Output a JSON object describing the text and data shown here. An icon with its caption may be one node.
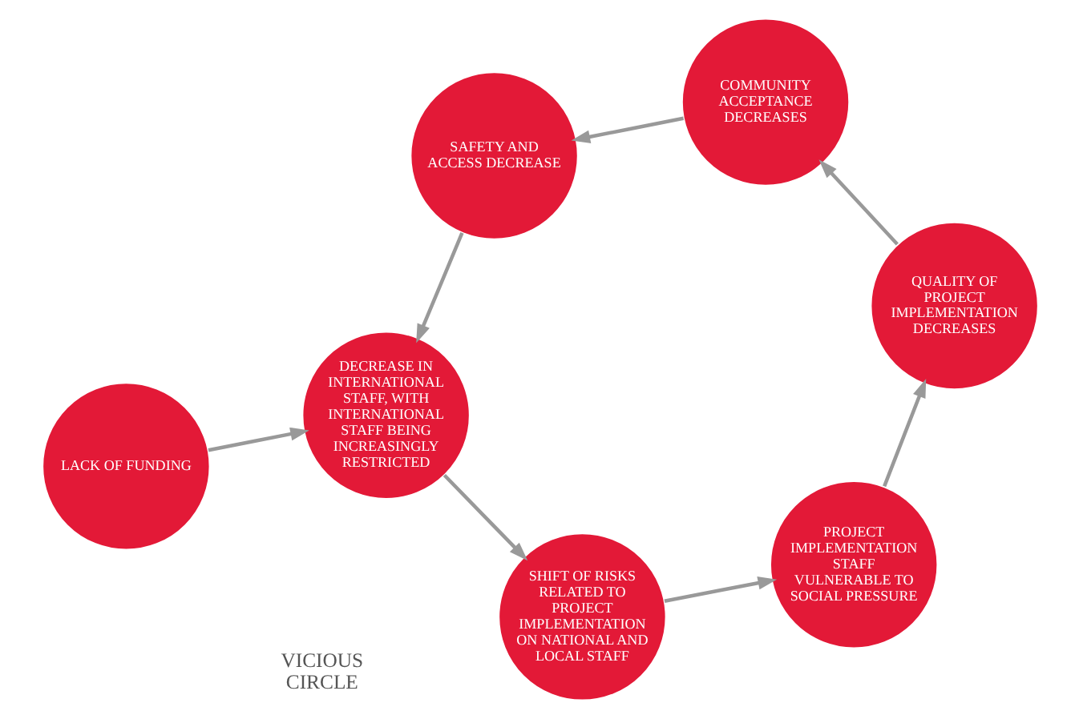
{
  "diagram": {
    "nodes": [
      {
        "text": [
          "SHIFT OF RISKS RELATED TO PROJECT IMPLEMENTATION ON NATIONAL AND LOCAL STAFF"
        ]
      },
      {
        "text": [
          "PROJECT IMPLEMENTATION STAFF VULNERABLE TO SOCIAL PRESSURE"
        ]
      },
      {
        "text": [
          "QUALITY OF PROJECT IMPLEMENTATION DECREASES"
        ]
      },
      {
        "text": [
          "COMMUNITY ACCEPTANCE DECREASES"
        ]
      },
      {
        "text": [
          "SAFETY AND ACCESS DECREASE"
        ]
      },
      {
        "text": [
          "DECREASE IN INTERNATIONAL STAFF, WITH INTERNATIONAL STAFF BEING INCREASINGLY RESTRICTED"
        ]
      },
      {
        "text": [
          "LACK OF FUNDING"
        ]
      }
    ],
    "edges": [
      {
        "from": 0,
        "to": 1,
        "arrow": "to"
      },
      {
        "from": 1,
        "to": 2,
        "arrow": "to"
      },
      {
        "from": 2,
        "to": 3,
        "arrow": "to"
      },
      {
        "from": 3,
        "to": 4,
        "arrow": "to"
      },
      {
        "from": 4,
        "to": 5,
        "arrow": "to"
      },
      {
        "from": 5,
        "to": 0,
        "arrow": "to"
      },
      {
        "from": 6,
        "to": 5,
        "arrow": "to"
      }
    ],
    "labels": [
      "VICIOUS CIRCLE"
    ]
  }
}
